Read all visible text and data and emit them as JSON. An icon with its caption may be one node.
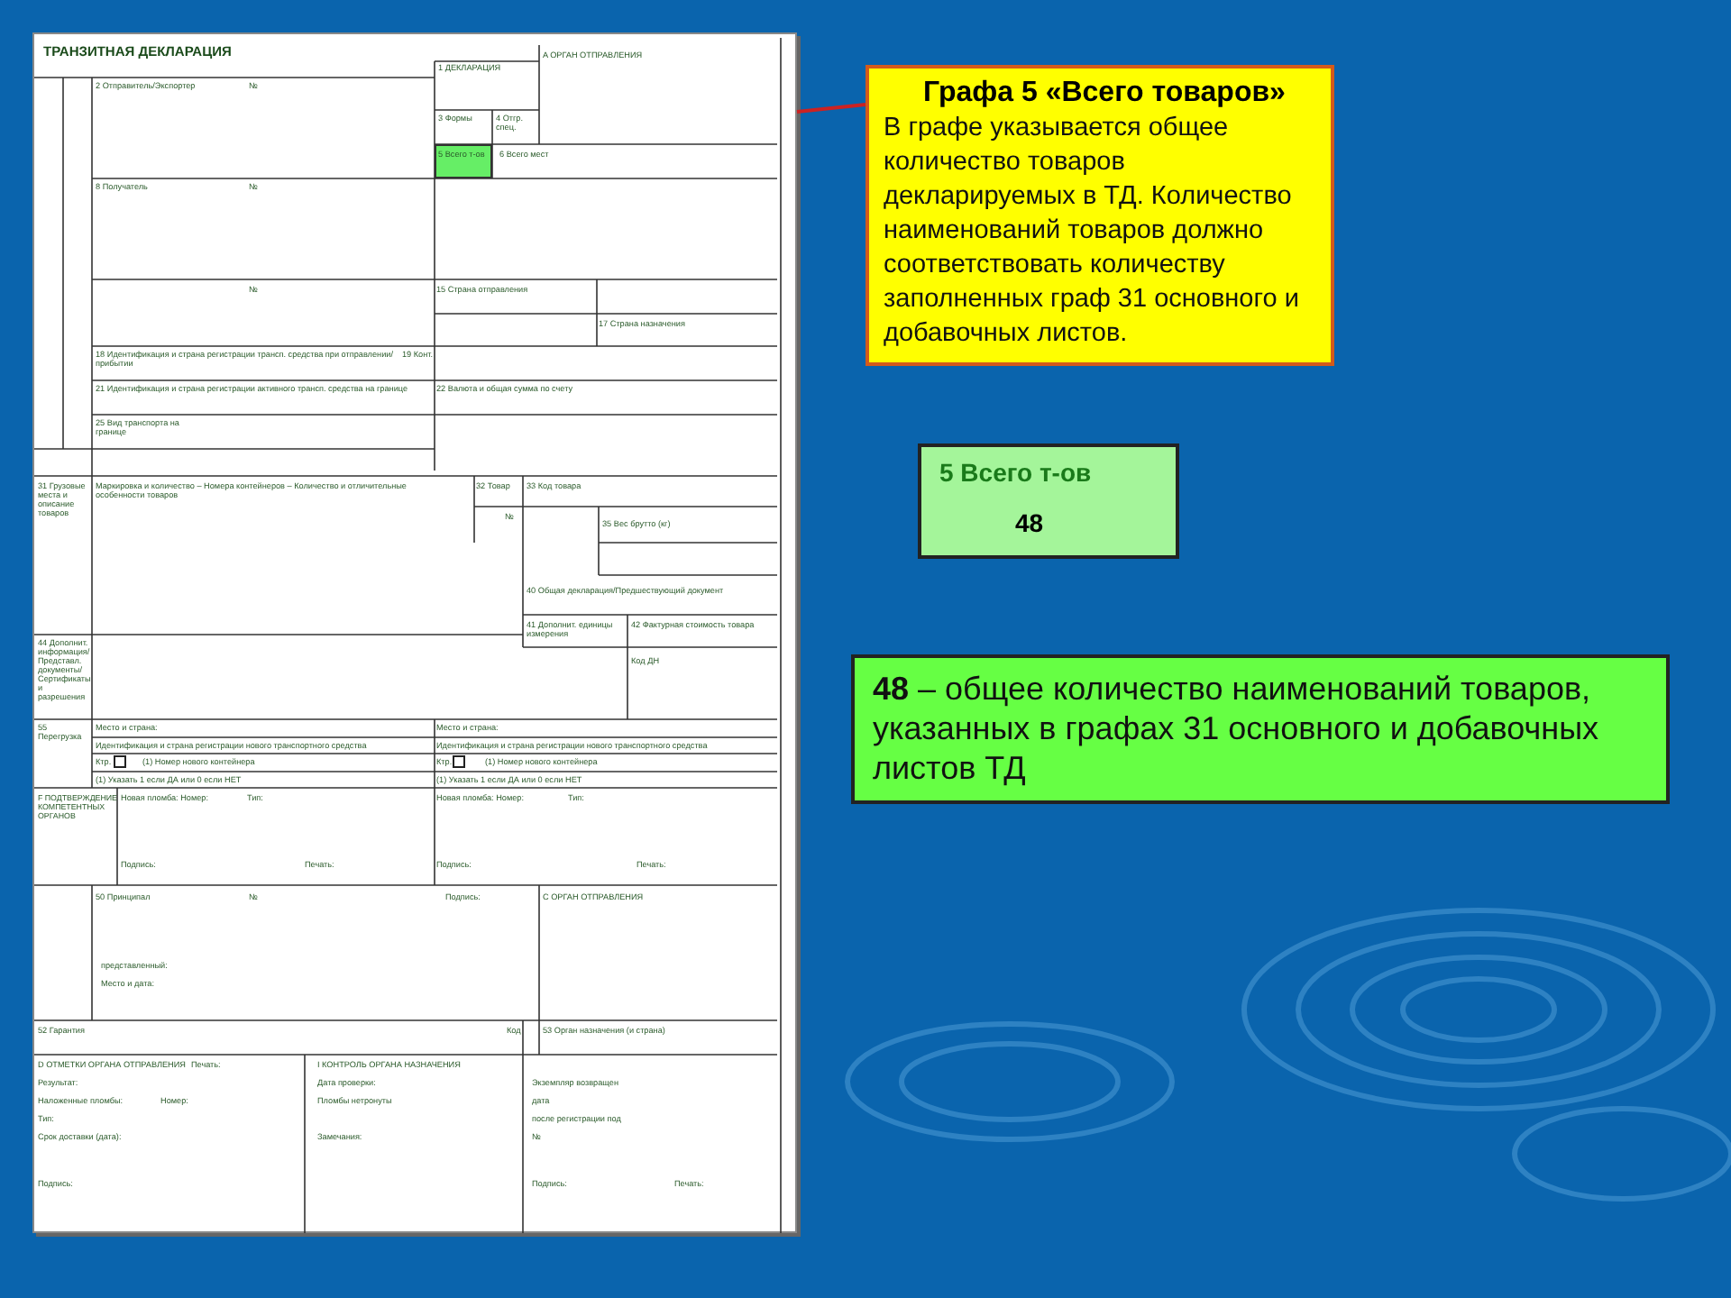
{
  "diagram": {
    "nodes": [
      {
        "text": [
          "ТРАНЗИТНАЯ ДЕКЛАРАЦИЯ"
        ]
      },
      {
        "text": [
          "5 Всего т-ов"
        ],
        "in": 0
      },
      {
        "text": [
          "Графа 5 «Всего товаров»",
          "В графе указывается общее количество товаров декларируемых в ТД. Количество наименований товаров должно соответствовать количеству заполненных граф 31 основного и добавочных листов."
        ]
      },
      {
        "text": [
          "5 Всего т-ов",
          "48"
        ]
      },
      {
        "text": [
          "**48** – общее количество наименований товаров, указанных в графах 31 основного и добавочных листов ТД"
        ]
      }
    ],
    "edges": [
      {
        "from": 0,
        "to": 2,
        "arrow": "none",
        "color": "#cc2222"
      }
    ],
    "labels": [
      "A ОРГАН ОТПРАВЛЕНИЯ",
      "1 ДЕКЛАРАЦИЯ",
      "2 Отправитель/Экспортер",
      "№",
      "3 Формы",
      "4 Отгр. спец.",
      "6 Всего мест",
      "8 Получатель",
      "№",
      "№",
      "15 Страна отправления",
      "17 Страна назначения",
      "18 Идентификация и страна регистрации трансп. средства при отправлении/прибытии",
      "19 Конт.",
      "21 Идентификация и страна регистрации активного трансп. средства на границе",
      "22 Валюта и общая сумма по счету",
      "25 Вид транспорта на границе",
      "31 Грузовые места и описание товаров",
      "Маркировка и количество – Номера контейнеров – Количество и отличительные особенности товаров",
      "32 Товар",
      "№",
      "33 Код товара",
      "35 Вес брутто (кг)",
      "40 Общая декларация/Предшествующий документ",
      "41 Дополнит. единицы измерения",
      "42 Фактурная стоимость товара",
      "Код ДН",
      "44 Дополнит. информация/ Представл. документы/ Сертификаты и разрешения",
      "55 Перегрузка",
      "Место и страна:",
      "Место и страна:",
      "Идентификация и страна регистрации нового транспортного средства",
      "Идентификация и страна регистрации нового транспортного средства",
      "Ктр.",
      "(1) Номер нового контейнера",
      "Ктр.",
      "(1) Номер нового контейнера",
      "(1) Указать 1 если ДА или 0 если НЕТ",
      "(1) Указать 1 если ДА или 0 если НЕТ",
      "F ПОДТВЕРЖДЕНИЕ КОМПЕТЕНТНЫХ ОРГАНОВ",
      "Новая пломба: Номер:",
      "Тип:",
      "Новая пломба: Номер:",
      "Тип:",
      "Подпись:",
      "Печать:",
      "Подпись:",
      "Печать:",
      "50 Принципал",
      "№",
      "Подпись:",
      "C ОРГАН ОТПРАВЛЕНИЯ",
      "представленный:",
      "Место и дата:",
      "52 Гарантия",
      "Код",
      "53 Орган назначения (и страна)",
      "D ОТМЕТКИ ОРГАНА ОТПРАВЛЕНИЯ",
      "Печать:",
      "Результат:",
      "Наложенные пломбы:",
      "Номер:",
      "Тип:",
      "Срок доставки (дата):",
      "Подпись:",
      "I КОНТРОЛЬ ОРГАНА НАЗНАЧЕНИЯ",
      "Дата проверки:",
      "Пломбы нетронуты",
      "Замечания:",
      "Экземпляр возвращен",
      "дата",
      "после регистрации под",
      "№",
      "Подпись:",
      "Печать:"
    ]
  }
}
